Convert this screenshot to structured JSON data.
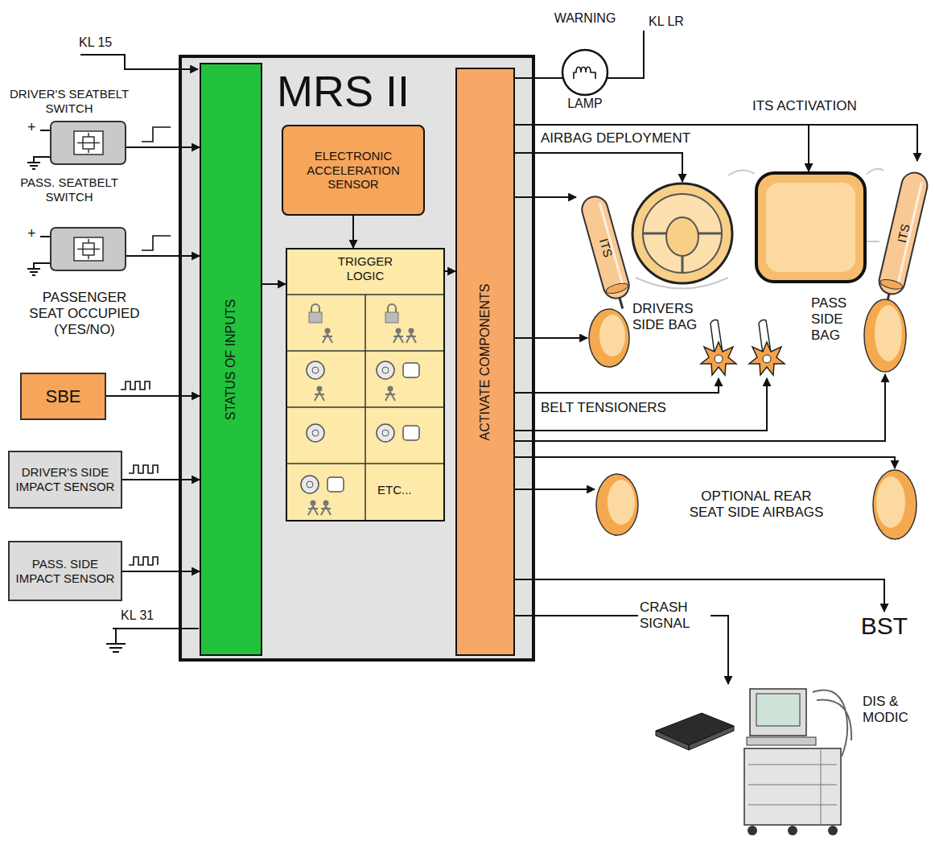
{
  "diagram": {
    "nodes": [
      {
        "text": [
          "MRS II"
        ]
      },
      {
        "text": [
          "STATUS OF INPUTS"
        ],
        "in": 0
      },
      {
        "text": [
          "ELECTRONIC ACCELERATION SENSOR"
        ],
        "in": 0
      },
      {
        "text": [
          "TRIGGER LOGIC",
          "ETC..."
        ],
        "in": 0
      },
      {
        "text": [
          "ACTIVATE COMPONENTS"
        ],
        "in": 0
      },
      {
        "text": [
          "DRIVER'S SEATBELT SWITCH"
        ]
      },
      {
        "text": [
          "PASS. SEATBELT SWITCH"
        ]
      },
      {
        "text": [
          "PASSENGER SEAT OCCUPIED (YES/NO)",
          "SBE"
        ]
      },
      {
        "text": [
          "DRIVER'S SIDE IMPACT SENSOR"
        ]
      },
      {
        "text": [
          "PASS. SIDE IMPACT SENSOR"
        ]
      },
      {
        "text": [
          "WARNING",
          "LAMP"
        ]
      },
      {
        "text": [
          "ITS"
        ]
      },
      {
        "text": [
          "ITS"
        ]
      },
      {
        "text": [
          "DRIVERS SIDE BAG"
        ]
      },
      {
        "text": [
          "PASS SIDE BAG"
        ]
      },
      {
        "text": [
          "BST"
        ]
      },
      {
        "text": [
          "DIS & MODIC"
        ]
      }
    ],
    "edges": [
      {
        "from": 5,
        "to": 1,
        "arrow": "to"
      },
      {
        "from": 6,
        "to": 1,
        "arrow": "to"
      },
      {
        "from": 7,
        "to": 1,
        "arrow": "to"
      },
      {
        "from": 8,
        "to": 1,
        "arrow": "to"
      },
      {
        "from": 9,
        "to": 1,
        "arrow": "to"
      },
      {
        "from": 1,
        "to": 3,
        "arrow": "to"
      },
      {
        "from": 2,
        "to": 3,
        "arrow": "to"
      },
      {
        "from": 3,
        "to": 4,
        "arrow": "to"
      },
      {
        "from": 4,
        "to": 10,
        "arrow": "none"
      },
      {
        "from": 4,
        "to": 12,
        "label": "ITS ACTIVATION",
        "arrow": "to"
      },
      {
        "from": 4,
        "to": 11,
        "arrow": "to"
      },
      {
        "from": 4,
        "to": 13,
        "arrow": "to"
      },
      {
        "from": 4,
        "to": 14,
        "arrow": "to"
      },
      {
        "from": 4,
        "to": 15,
        "arrow": "to"
      },
      {
        "from": 4,
        "to": 16,
        "label": "CRASH SIGNAL",
        "arrow": "to"
      }
    ],
    "labels": [
      "KL 15",
      "KL LR",
      "+",
      "+",
      "AIRBAG DEPLOYMENT",
      "BELT TENSIONERS",
      "OPTIONAL REAR SEAT SIDE AIRBAGS",
      "KL 31"
    ]
  }
}
